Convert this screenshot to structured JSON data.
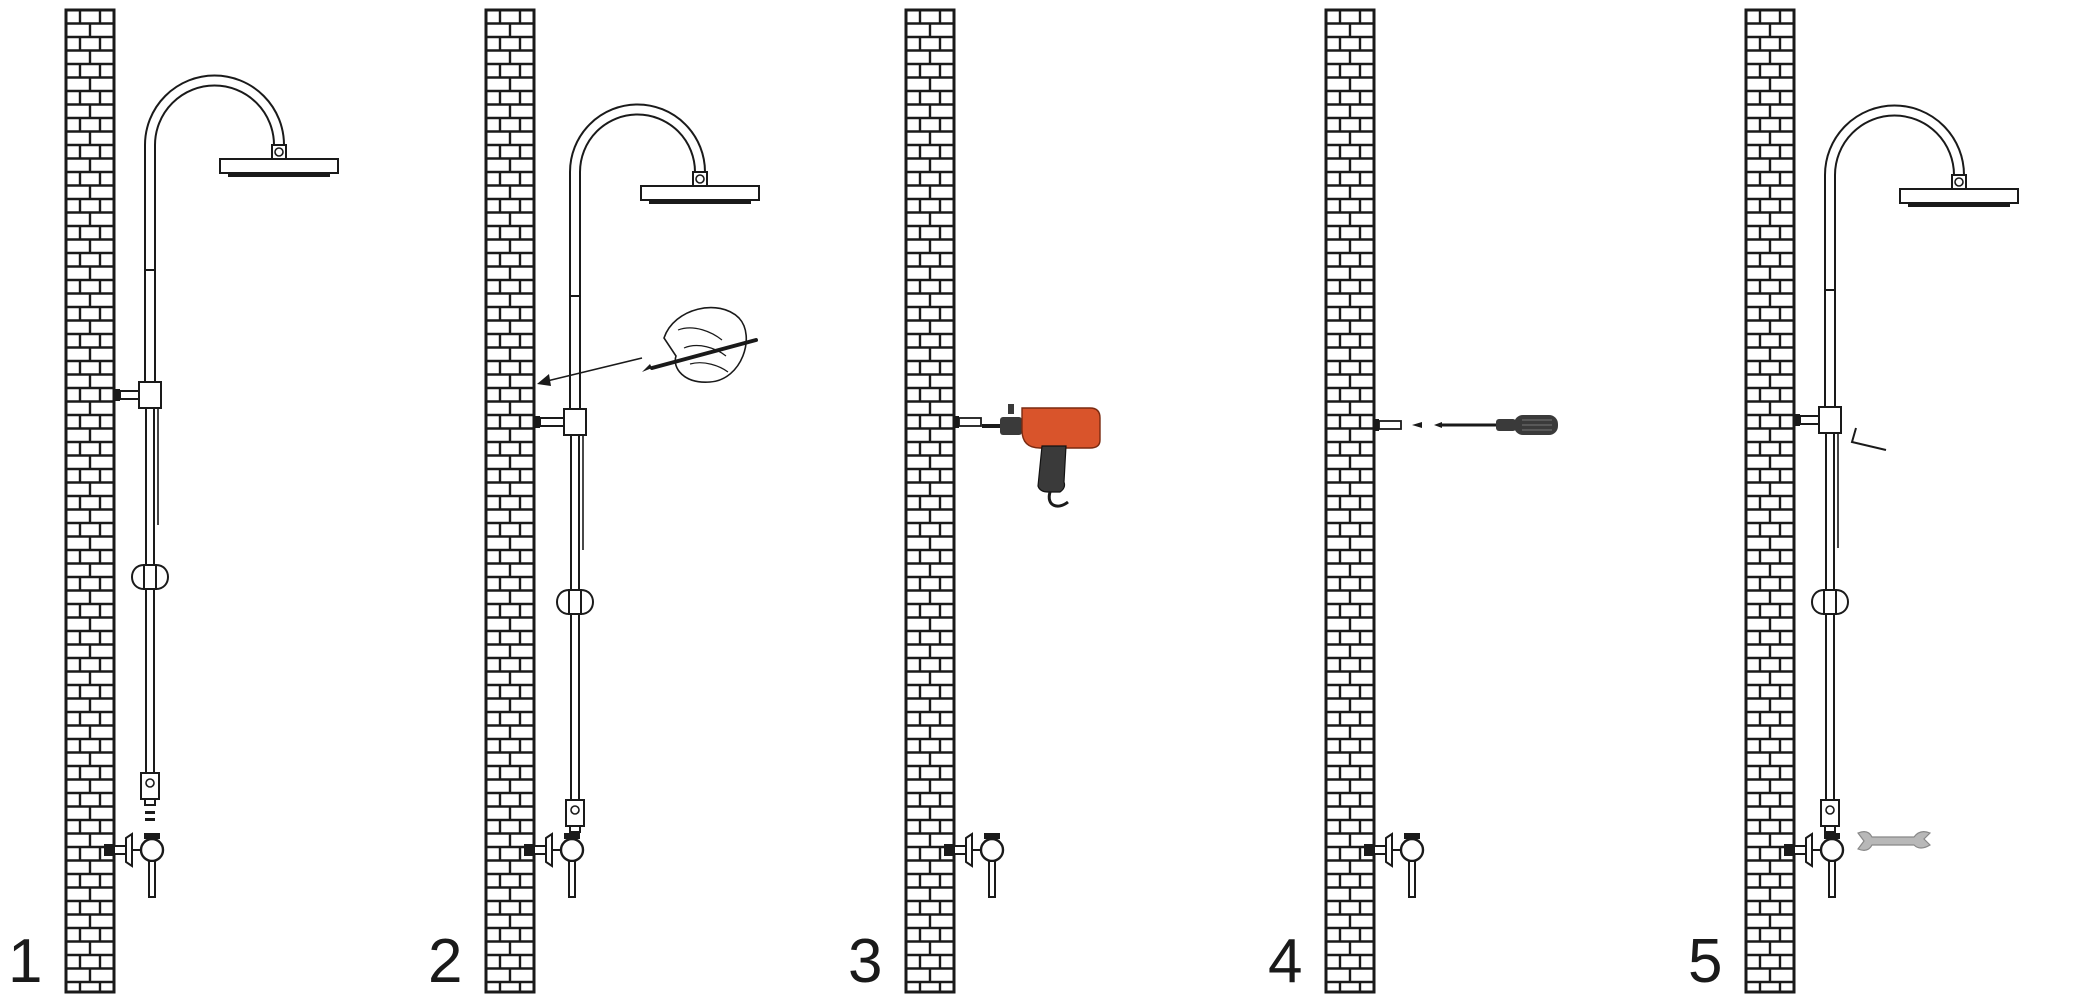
{
  "steps": [
    {
      "number": "1",
      "tool": "none",
      "stage": "complete-assembly-with-separate-bar"
    },
    {
      "number": "2",
      "tool": "pencil-hand-icon",
      "stage": "mark-bracket-position"
    },
    {
      "number": "3",
      "tool": "drill-icon",
      "stage": "drill-hole"
    },
    {
      "number": "4",
      "tool": "screwdriver-icon",
      "stage": "fix-bracket-screw"
    },
    {
      "number": "5",
      "tool": "wrench-icon",
      "stage": "tighten-to-valve"
    }
  ],
  "colors": {
    "line": "#1a1a1a",
    "drill_body": "#d9542b",
    "drill_grip": "#3a3a3a",
    "wrench": "#b8b8b8"
  }
}
